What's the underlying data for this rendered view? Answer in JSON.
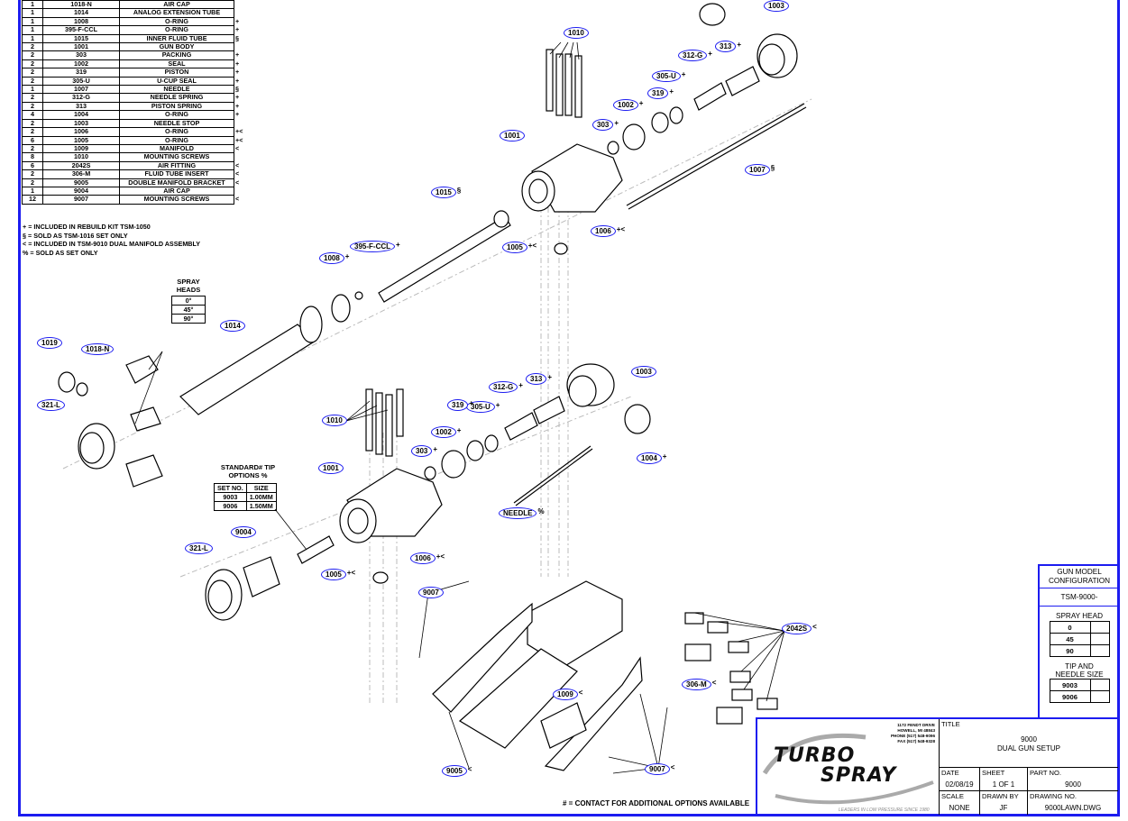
{
  "bom": [
    {
      "qty": "1",
      "part": "1018-N",
      "desc": "AIR CAP",
      "mark": ""
    },
    {
      "qty": "1",
      "part": "1014",
      "desc": "ANALOG EXTENSION TUBE",
      "mark": ""
    },
    {
      "qty": "1",
      "part": "1008",
      "desc": "O-RING",
      "mark": "+"
    },
    {
      "qty": "1",
      "part": "395-F-CCL",
      "desc": "O-RING",
      "mark": "+"
    },
    {
      "qty": "1",
      "part": "1015",
      "desc": "INNER FLUID TUBE",
      "mark": "§"
    },
    {
      "qty": "2",
      "part": "1001",
      "desc": "GUN BODY",
      "mark": ""
    },
    {
      "qty": "2",
      "part": "303",
      "desc": "PACKING",
      "mark": "+"
    },
    {
      "qty": "2",
      "part": "1002",
      "desc": "SEAL",
      "mark": "+"
    },
    {
      "qty": "2",
      "part": "319",
      "desc": "PISTON",
      "mark": "+"
    },
    {
      "qty": "2",
      "part": "305-U",
      "desc": "U-CUP SEAL",
      "mark": "+"
    },
    {
      "qty": "1",
      "part": "1007",
      "desc": "NEEDLE",
      "mark": "§"
    },
    {
      "qty": "2",
      "part": "312-G",
      "desc": "NEEDLE SPRING",
      "mark": "+"
    },
    {
      "qty": "2",
      "part": "313",
      "desc": "PISTON SPRING",
      "mark": "+"
    },
    {
      "qty": "4",
      "part": "1004",
      "desc": "O-RING",
      "mark": "+"
    },
    {
      "qty": "2",
      "part": "1003",
      "desc": "NEEDLE STOP",
      "mark": ""
    },
    {
      "qty": "2",
      "part": "1006",
      "desc": "O-RING",
      "mark": "+<"
    },
    {
      "qty": "6",
      "part": "1005",
      "desc": "O-RING",
      "mark": "+<"
    },
    {
      "qty": "2",
      "part": "1009",
      "desc": "MANIFOLD",
      "mark": "<"
    },
    {
      "qty": "8",
      "part": "1010",
      "desc": "MOUNTING SCREWS",
      "mark": ""
    },
    {
      "qty": "6",
      "part": "2042S",
      "desc": "AIR FITTING",
      "mark": "<"
    },
    {
      "qty": "2",
      "part": "306-M",
      "desc": "FLUID TUBE INSERT",
      "mark": "<"
    },
    {
      "qty": "2",
      "part": "9005",
      "desc": "DOUBLE MANIFOLD BRACKET",
      "mark": "<"
    },
    {
      "qty": "1",
      "part": "9004",
      "desc": "AIR CAP",
      "mark": ""
    },
    {
      "qty": "12",
      "part": "9007",
      "desc": "MOUNTING SCREWS",
      "mark": "<"
    }
  ],
  "notes": [
    "+ = INCLUDED IN REBUILD KIT TSM-1050",
    "§ = SOLD AS TSM-1016 SET ONLY",
    "< = INCLUDED IN TSM-9010 DUAL MANIFOLD ASSEMBLY",
    "% = SOLD AS SET ONLY"
  ],
  "spray_heads": {
    "title": "SPRAY HEADS",
    "rows": [
      "0°",
      "45°",
      "90°"
    ]
  },
  "tip_options": {
    "title": "STANDARD# TIP OPTIONS",
    "mark": "%",
    "headers": [
      "SET NO.",
      "SIZE"
    ],
    "rows": [
      [
        "9003",
        "1.00MM"
      ],
      [
        "9006",
        "1.50MM"
      ]
    ]
  },
  "callouts": [
    {
      "id": "1010",
      "mark": ""
    },
    {
      "id": "1003",
      "mark": ""
    },
    {
      "id": "313",
      "mark": "+"
    },
    {
      "id": "312-G",
      "mark": "+"
    },
    {
      "id": "305-U",
      "mark": "+"
    },
    {
      "id": "319",
      "mark": "+"
    },
    {
      "id": "1002",
      "mark": "+"
    },
    {
      "id": "303",
      "mark": "+"
    },
    {
      "id": "1001",
      "mark": ""
    },
    {
      "id": "1007",
      "mark": "§"
    },
    {
      "id": "1015",
      "mark": "§"
    },
    {
      "id": "1006",
      "mark": "+<"
    },
    {
      "id": "1005",
      "mark": "+<"
    },
    {
      "id": "395-F-CCL",
      "mark": "+"
    },
    {
      "id": "1008",
      "mark": "+"
    },
    {
      "id": "1014",
      "mark": ""
    },
    {
      "id": "1019",
      "mark": ""
    },
    {
      "id": "1018-N",
      "mark": ""
    },
    {
      "id": "321-L",
      "mark": ""
    },
    {
      "id": "1003",
      "mark": ""
    },
    {
      "id": "313",
      "mark": "+"
    },
    {
      "id": "312-G",
      "mark": "+"
    },
    {
      "id": "305-U",
      "mark": "+"
    },
    {
      "id": "319",
      "mark": "+"
    },
    {
      "id": "1002",
      "mark": "+"
    },
    {
      "id": "303",
      "mark": "+"
    },
    {
      "id": "1010",
      "mark": ""
    },
    {
      "id": "1001",
      "mark": ""
    },
    {
      "id": "1004",
      "mark": "+"
    },
    {
      "id": "NEEDLE",
      "mark": "%"
    },
    {
      "id": "9004",
      "mark": ""
    },
    {
      "id": "321-L",
      "mark": ""
    },
    {
      "id": "1006",
      "mark": "+<"
    },
    {
      "id": "1005",
      "mark": "+<"
    },
    {
      "id": "9007",
      "mark": ""
    },
    {
      "id": "1009",
      "mark": "<"
    },
    {
      "id": "2042S",
      "mark": "<"
    },
    {
      "id": "306-M",
      "mark": "<"
    },
    {
      "id": "9005",
      "mark": "<"
    },
    {
      "id": "9007",
      "mark": "<"
    }
  ],
  "footnote": "# = CONTACT FOR ADDITIONAL OPTIONS AVAILABLE",
  "config": {
    "title": "GUN MODEL CONFIGURATION",
    "model": "TSM-9000-",
    "spray_head_title": "SPRAY HEAD",
    "spray_head_rows": [
      "0",
      "45",
      "90"
    ],
    "tip_title": "TIP AND NEEDLE SIZE",
    "tip_rows": [
      "9003",
      "9006"
    ]
  },
  "title_block": {
    "brand_top": "TURBO",
    "brand_bottom": "SPRAY",
    "tagline": "LEADERS IN LOW PRESSURE SINCE 1980",
    "address": [
      "1172 FENDT DRIVE",
      "HOWELL, MI 48843",
      "PHONE (517) 548-9096",
      "FAX (517) 548-9328"
    ],
    "title_label": "TITLE",
    "title_line1": "9000",
    "title_line2": "DUAL GUN SETUP",
    "date_label": "DATE",
    "date": "02/08/19",
    "sheet_label": "SHEET",
    "sheet": "1 OF 1",
    "part_label": "PART NO.",
    "part": "9000",
    "scale_label": "SCALE",
    "scale": "NONE",
    "drawn_label": "DRAWN BY",
    "drawn": "JF",
    "drawing_label": "DRAWING NO.",
    "drawing": "9000LAWN.DWG"
  }
}
